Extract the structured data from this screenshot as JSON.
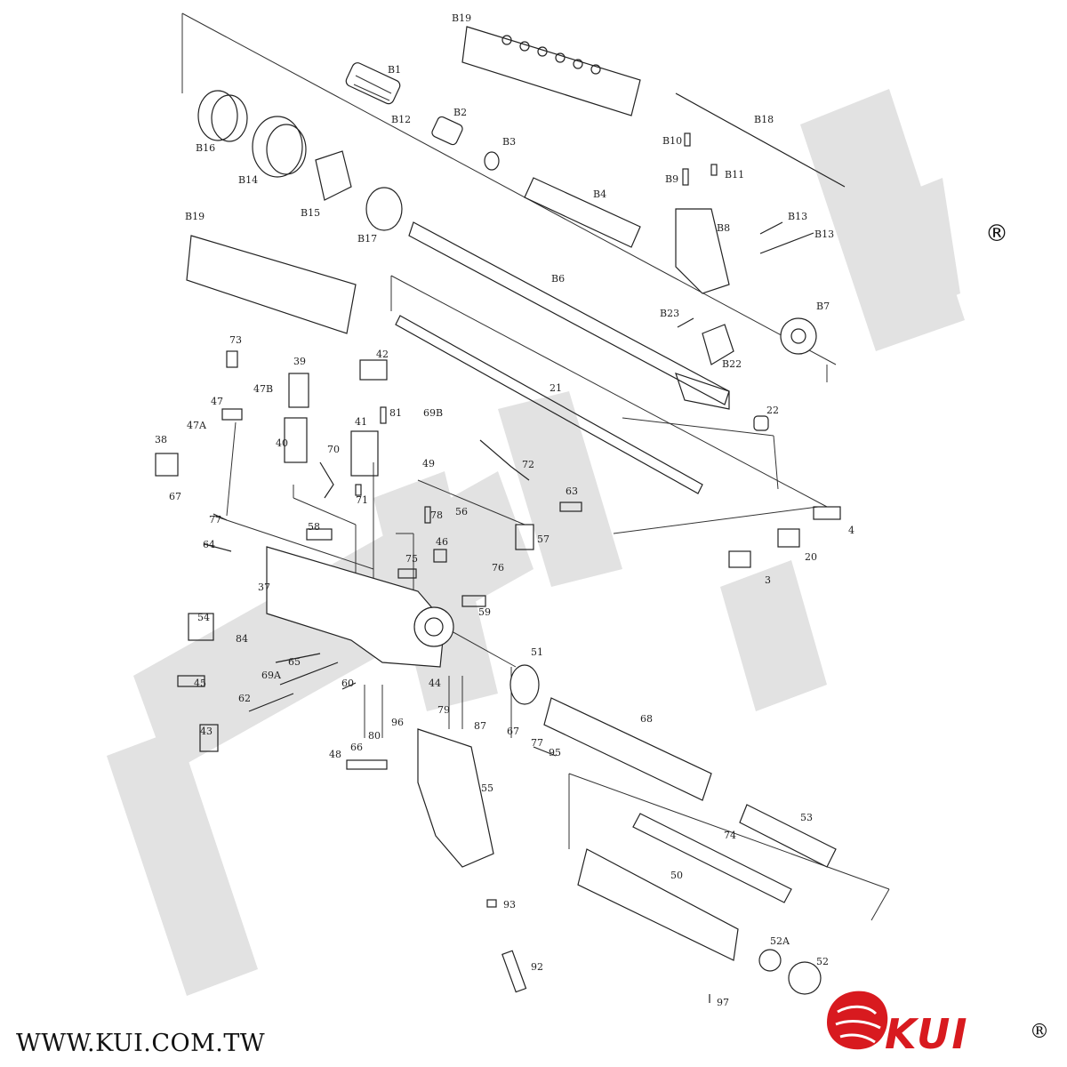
{
  "footer": {
    "website": "WWW.KUI.COM.TW"
  },
  "brand": {
    "name": "KUI",
    "registered_mark": "®",
    "color": "#d81a1f"
  },
  "labels": {
    "B1": "B1",
    "B2": "B2",
    "B3": "B3",
    "B4": "B4",
    "B6": "B6",
    "B7": "B7",
    "B8": "B8",
    "B9": "B9",
    "B10": "B10",
    "B11": "B11",
    "B12": "B12",
    "B13a": "B13",
    "B13b": "B13",
    "B14": "B14",
    "B15": "B15",
    "B16": "B16",
    "B17": "B17",
    "B18": "B18",
    "B19a": "B19",
    "B19b": "B19",
    "B22": "B22",
    "B23": "B23",
    "p3": "3",
    "p4": "4",
    "p20": "20",
    "p21": "21",
    "p22": "22",
    "p37": "37",
    "p38": "38",
    "p39": "39",
    "p40": "40",
    "p41": "41",
    "p42": "42",
    "p43": "43",
    "p44": "44",
    "p45": "45",
    "p46": "46",
    "p47": "47",
    "p47A": "47A",
    "p47B": "47B",
    "p48": "48",
    "p49": "49",
    "p50": "50",
    "p51": "51",
    "p52": "52",
    "p52A": "52A",
    "p53": "53",
    "p54": "54",
    "p55": "55",
    "p56": "56",
    "p57": "57",
    "p58": "58",
    "p59": "59",
    "p60": "60",
    "p62": "62",
    "p63": "63",
    "p64": "64",
    "p65": "65",
    "p66": "66",
    "p67a": "67",
    "p67b": "67",
    "p68": "68",
    "p69A": "69A",
    "p69B": "69B",
    "p70": "70",
    "p71": "71",
    "p72": "72",
    "p73": "73",
    "p74": "74",
    "p75": "75",
    "p76": "76",
    "p77a": "77",
    "p77b": "77",
    "p78": "78",
    "p79": "79",
    "p80": "80",
    "p81": "81",
    "p84": "84",
    "p87": "87",
    "p92": "92",
    "p93": "93",
    "p95": "95",
    "p96": "96",
    "p97": "97"
  }
}
